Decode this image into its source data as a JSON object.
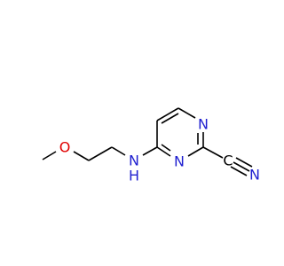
{
  "molecule": {
    "atoms": [
      {
        "id": "n_ring_top",
        "label": "N",
        "color": "#1f1fd0"
      },
      {
        "id": "n_ring_bottom",
        "label": "N",
        "color": "#1f1fd0"
      },
      {
        "id": "n_amine",
        "label": "N",
        "color": "#1f1fd0"
      },
      {
        "id": "h_amine",
        "label": "H",
        "color": "#1f1fd0"
      },
      {
        "id": "n_nitrile",
        "label": "N",
        "color": "#1f1fd0"
      },
      {
        "id": "o_ether",
        "label": "O",
        "color": "#e00000"
      },
      {
        "id": "c_nitrile",
        "label": "C",
        "color": "#000000"
      }
    ]
  }
}
